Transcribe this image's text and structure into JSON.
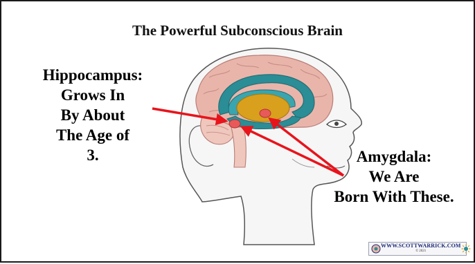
{
  "title": "The Powerful Subconscious Brain",
  "labels": {
    "hippocampus": [
      "Hippocampus:",
      "Grows In",
      "By About",
      "The Age of",
      "3."
    ],
    "amygdala": [
      "Amygdala:",
      "We Are",
      "Born With These."
    ]
  },
  "logo": {
    "url": "WWW.SCOTTWARRICK.COM",
    "copyright": "© 2021"
  },
  "colors": {
    "arrow": "#e8141c",
    "brain": "#e9b5aa",
    "limbic": "#2b8d96",
    "thalamus": "#d8a01c",
    "amygdala": "#e85a5a",
    "skin": "#f6f6f6",
    "outline": "#555555"
  }
}
